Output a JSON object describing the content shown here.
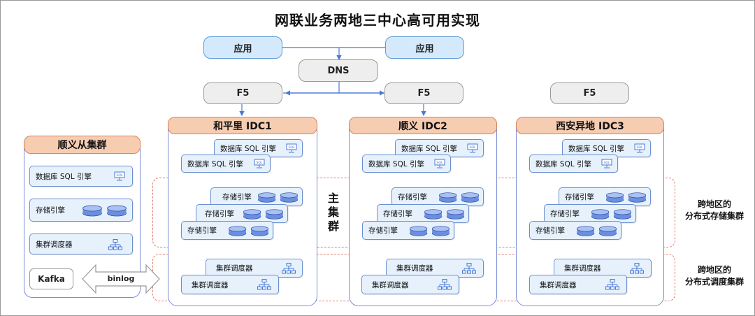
{
  "title": "网联业务两地三中心高可用实现",
  "top": {
    "app_left": "应用",
    "app_right": "应用",
    "dns": "DNS",
    "f5_1": "F5",
    "f5_2": "F5",
    "f5_3": "F5"
  },
  "slave_cluster": {
    "title": "顺义从集群",
    "sql_engine": "数据库 SQL 引擎",
    "storage_engine": "存储引擎",
    "scheduler": "集群调度器",
    "kafka": "Kafka",
    "binlog": "binlog"
  },
  "idcs": [
    {
      "name": "和平里 IDC1"
    },
    {
      "name": "顺义 IDC2"
    },
    {
      "name": "西安异地 IDC3"
    }
  ],
  "card_labels": {
    "sql": "数据库 SQL 引擎",
    "storage": "存储引擎",
    "scheduler": "集群调度器"
  },
  "icons": {
    "sql": "SQL",
    "sql_icon": "database-sql-monitor-icon",
    "disk_icon": "storage-disk-icon",
    "tree_icon": "cluster-tree-icon"
  },
  "main_cluster": "主集群",
  "right_labels": {
    "storage_line1": "跨地区的",
    "storage_line2": "分布式存储集群",
    "sched_line1": "跨地区的",
    "sched_line2": "分布式调度集群"
  },
  "colors": {
    "app_fill": "#d4e9fb",
    "idc_head_fill": "#f7cdb2",
    "card_fill": "#e6f1fc",
    "dash": "#e37b6a",
    "line": "#4a78d6"
  }
}
